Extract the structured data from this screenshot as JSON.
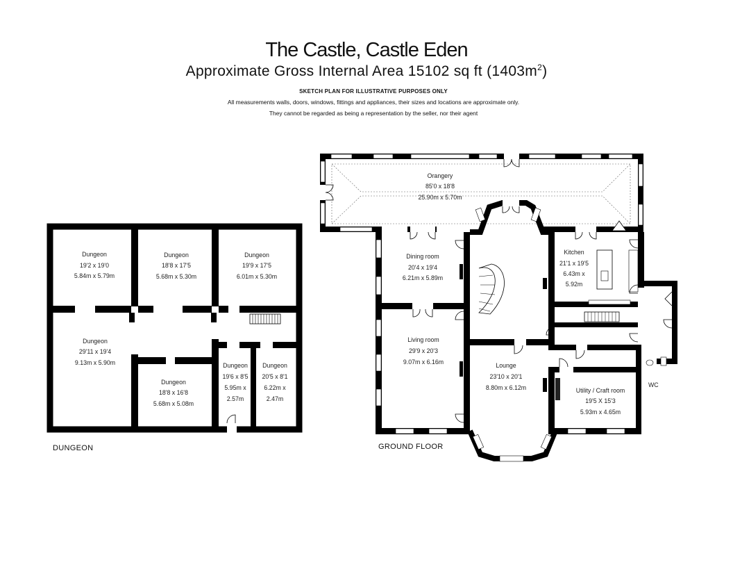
{
  "header": {
    "title": "The Castle, Castle Eden",
    "area_prefix": "Approximate Gross Internal Area 15102 sq ft (1403m",
    "area_sup": "2",
    "area_suffix": ")",
    "notice_heading": "SKETCH PLAN FOR ILLUSTRATIVE PURPOSES ONLY",
    "notice_line1": "All measurements walls, doors, windows, fittings and appliances, their sizes and locations are approximate only.",
    "notice_line2": "They cannot be regarded as being a representation by the seller, nor their agent"
  },
  "floors": {
    "dungeon_label": "DUNGEON",
    "ground_label": "GROUND FLOOR"
  },
  "rooms": {
    "dungeon_1": {
      "name": "Dungeon",
      "imperial": "19'2 x 19'0",
      "metric": "5.84m x 5.79m"
    },
    "dungeon_2": {
      "name": "Dungeon",
      "imperial": "18'8 x 17'5",
      "metric": "5.68m x 5.30m"
    },
    "dungeon_3": {
      "name": "Dungeon",
      "imperial": "19'9 x 17'5",
      "metric": "6.01m x 5.30m"
    },
    "dungeon_4": {
      "name": "Dungeon",
      "imperial": "29'11 x 19'4",
      "metric": "9.13m x 5.90m"
    },
    "dungeon_5": {
      "name": "Dungeon",
      "imperial": "18'8 x 16'8",
      "metric": "5.68m x 5.08m"
    },
    "dungeon_6": {
      "name": "Dungeon",
      "imperial": "19'6 x 8'5",
      "metric_1": "5.95m x",
      "metric_2": "2.57m"
    },
    "dungeon_7": {
      "name": "Dungeon",
      "imperial": "20'5 x 8'1",
      "metric_1": "6.22m x",
      "metric_2": "2.47m"
    },
    "orangery": {
      "name": "Orangery",
      "imperial": "85'0 x 18'8",
      "metric": "25.90m x 5.70m"
    },
    "dining_room": {
      "name": "Dining room",
      "imperial": "20'4 x 19'4",
      "metric": "6.21m x 5.89m"
    },
    "kitchen": {
      "name": "Kitchen",
      "imperial": "21'1 x 19'5",
      "metric_1": "6.43m x",
      "metric_2": "5.92m"
    },
    "living_room": {
      "name": "Living room",
      "imperial": "29'9 x 20'3",
      "metric": "9.07m x 6.16m"
    },
    "lounge": {
      "name": "Lounge",
      "imperial": "23'10 x 20'1",
      "metric": "8.80m x 6.12m"
    },
    "utility": {
      "name": "Utility / Craft room",
      "imperial": "19'5 X 15'3",
      "metric": "5.93m x 4.65m"
    },
    "wc": {
      "name": "WC"
    }
  }
}
